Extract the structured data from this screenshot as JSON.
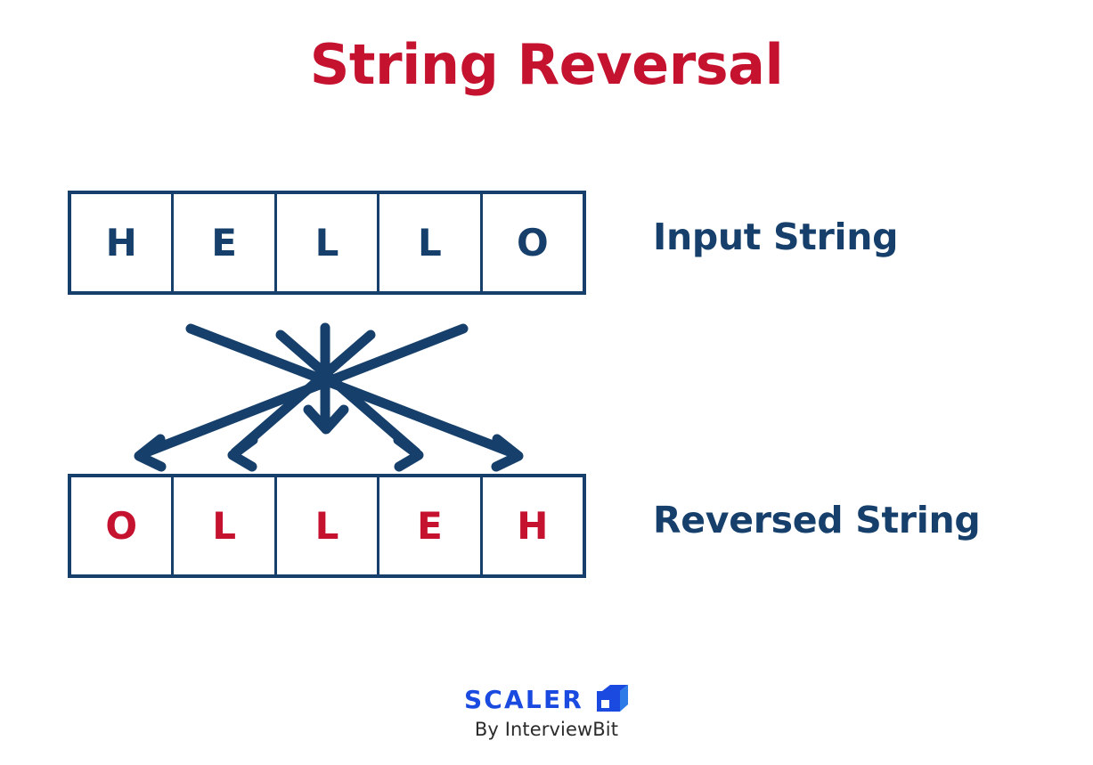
{
  "page": {
    "title": "String Reversal",
    "background_color": "#FFFFFF",
    "navy_color": "#16406B",
    "red_color": "#C4122F"
  },
  "input_row": {
    "label": "Input String",
    "letters": [
      "H",
      "E",
      "L",
      "L",
      "O"
    ]
  },
  "output_row": {
    "label": "Reversed String",
    "letters": [
      "O",
      "L",
      "L",
      "E",
      "H"
    ]
  },
  "arrows": {
    "description": "five crossing arrows mapping each input cell to the mirrored output cell",
    "count": 5,
    "color": "#16406B"
  },
  "footer": {
    "brand": "SCALER",
    "brand_color": "#1A4AE0",
    "tagline": "By InterviewBit",
    "logo_icon": "cube-icon"
  }
}
